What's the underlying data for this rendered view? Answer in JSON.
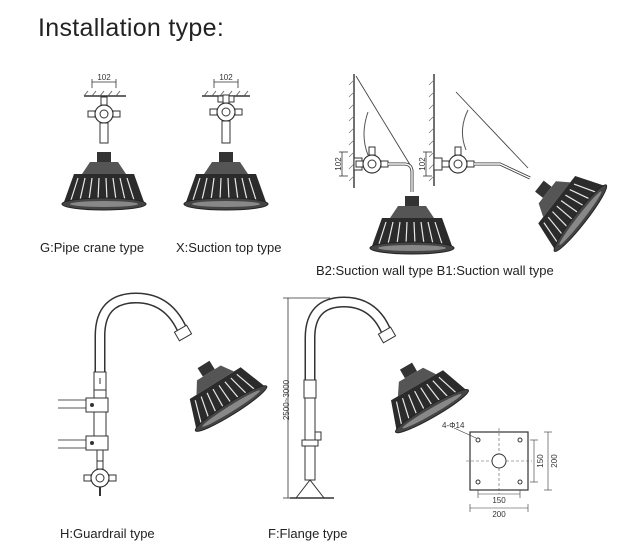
{
  "title": "Installation type:",
  "captions": {
    "g": "G:Pipe crane type",
    "x": "X:Suction top type",
    "b2b1": "B2:Suction wall type B1:Suction wall type",
    "h": "H:Guardrail type",
    "f": "F:Flange type"
  },
  "dimensions": {
    "g_width": "102",
    "x_width": "102",
    "b2_height": "102",
    "b1_height": "102",
    "f_height": "2500~3000",
    "hole": "4-Φ14",
    "inner_w": "150",
    "outer_w": "200",
    "inner_h": "150",
    "outer_h": "200"
  }
}
